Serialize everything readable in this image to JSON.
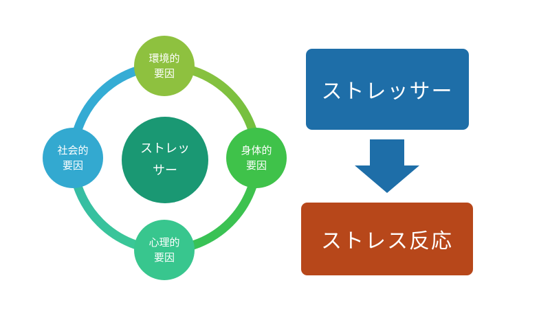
{
  "cycle": {
    "center": {
      "line1": "ストレッ",
      "line2": "サー",
      "color": "#1a9873"
    },
    "factors": [
      {
        "id": "environmental",
        "line1": "環境的",
        "line2": "要因",
        "color": "#8ec13f"
      },
      {
        "id": "physical",
        "line1": "身体的",
        "line2": "要因",
        "color": "#3fc24a"
      },
      {
        "id": "psychological",
        "line1": "心理的",
        "line2": "要因",
        "color": "#38c68e"
      },
      {
        "id": "social",
        "line1": "社会的",
        "line2": "要因",
        "color": "#33a9d0"
      }
    ]
  },
  "flow": {
    "stressor_label": "ストレッサー",
    "stressor_color": "#1e6ea8",
    "arrow_color": "#1e6ea8",
    "response_label": "ストレス反応",
    "response_color": "#b7471a"
  }
}
